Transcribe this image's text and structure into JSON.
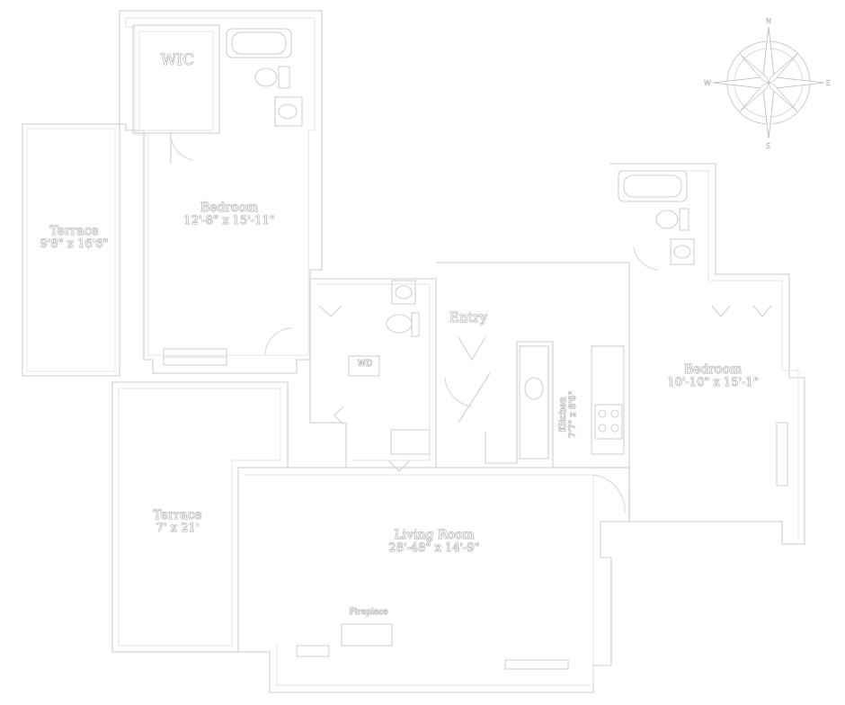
{
  "rooms": {
    "wic": {
      "name": "WIC"
    },
    "bedroom_main": {
      "name": "Bedroom",
      "dims": "12'-8\" x 15'-11\""
    },
    "terrace_left": {
      "name": "Terrace",
      "dims": "9'8\" x 16'6\""
    },
    "terrace_bottom": {
      "name": "Terrace",
      "dims": "7' x 21'"
    },
    "living": {
      "name": "Living Room",
      "dims": "28'-48\" x 14'-9\""
    },
    "bedroom_right": {
      "name": "Bedroom",
      "dims": "10'-10\" x 15'-1\""
    },
    "kitchen": {
      "name": "Kitchen",
      "dims": "7'7\" x 8'6\""
    },
    "entry": {
      "name": "Entry"
    },
    "wd": {
      "name": "WD"
    },
    "fireplace": {
      "name": "Fireplace"
    }
  },
  "compass": {
    "n": "N",
    "s": "S",
    "e": "E",
    "w": "W"
  },
  "colors": {
    "wall": "#d9d6d2",
    "door_swing": "#e8d9c8",
    "label_outline": "#6e6a64"
  }
}
